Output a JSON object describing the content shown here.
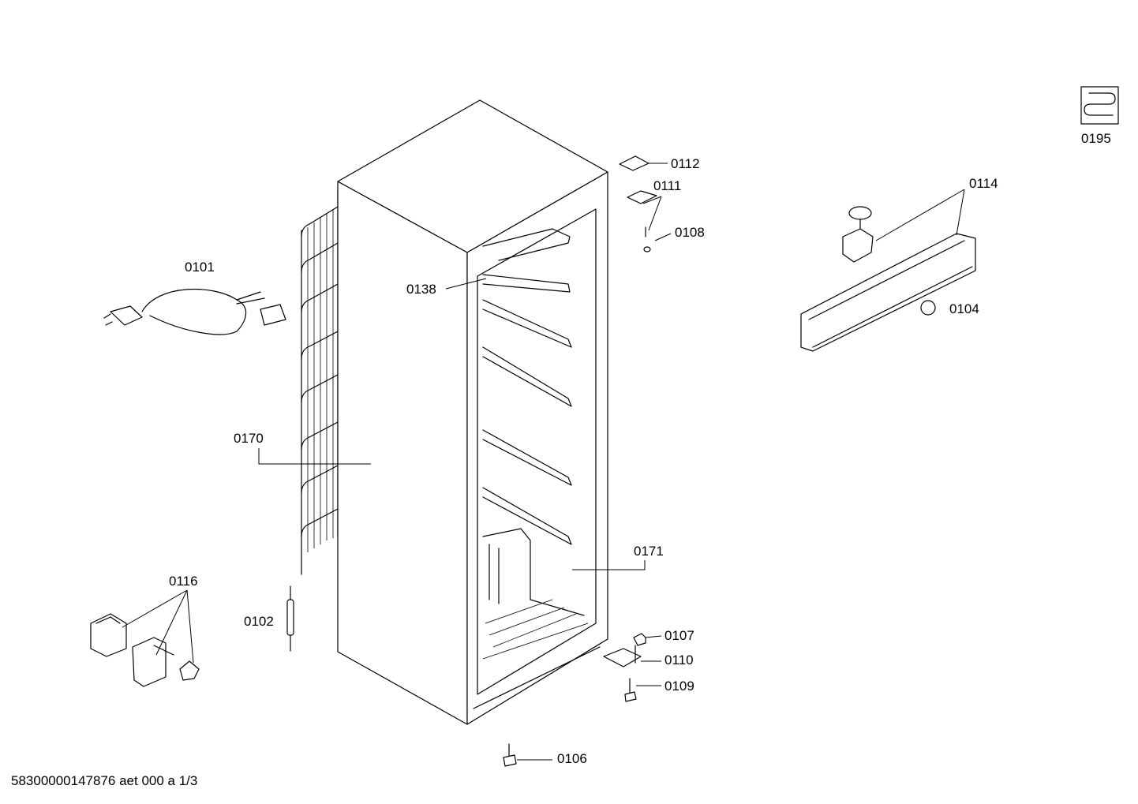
{
  "document_code": "58300000147876 aet 000 a 1/3",
  "labels": {
    "p0101": "0101",
    "p0102": "0102",
    "p0104": "0104",
    "p0106": "0106",
    "p0107": "0107",
    "p0108": "0108",
    "p0109": "0109",
    "p0110": "0110",
    "p0111": "0111",
    "p0112": "0112",
    "p0114": "0114",
    "p0116": "0116",
    "p0138": "0138",
    "p0170": "0170",
    "p0171": "0171",
    "p0195": "0195"
  }
}
